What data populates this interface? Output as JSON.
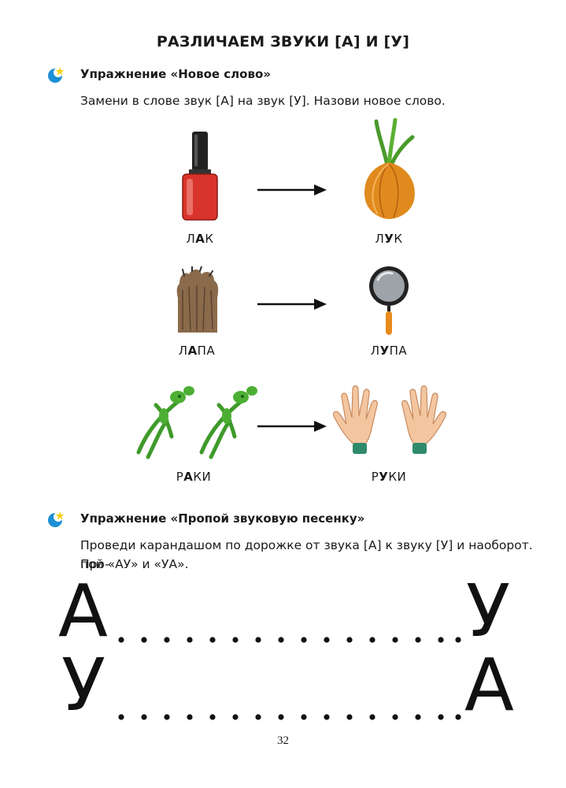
{
  "title": "РАЗЛИЧАЕМ ЗВУКИ [А] И [У]",
  "exercise1": {
    "title": "Упражнение «Новое слово»",
    "instruction": "Замени в слове звук [А] на звук [У]. Назови новое слово.",
    "pairs": [
      {
        "from": {
          "pre": "Л",
          "hi": "А",
          "post": "К"
        },
        "to": {
          "pre": "Л",
          "hi": "У",
          "post": "К"
        }
      },
      {
        "from": {
          "pre": "Л",
          "hi": "А",
          "post": "ПА"
        },
        "to": {
          "pre": "Л",
          "hi": "У",
          "post": "ПА"
        }
      },
      {
        "from": {
          "pre": "Р",
          "hi": "А",
          "post": "КИ"
        },
        "to": {
          "pre": "Р",
          "hi": "У",
          "post": "КИ"
        }
      }
    ]
  },
  "exercise2": {
    "title": "Упражнение «Пропой звуковую песенку»",
    "instruction_line1": "Проведи карандашом по дорожке от звука [А] к звуку [У] и наоборот. Про-",
    "instruction_line2": "пой «АУ» и «УА».",
    "row1": {
      "start": "А",
      "end": "У"
    },
    "row2": {
      "start": "У",
      "end": "А"
    }
  },
  "page_number": "32",
  "colors": {
    "icon_blue": "#1e8fd6",
    "icon_star": "#f5d21a",
    "text": "#1a1a1a"
  }
}
